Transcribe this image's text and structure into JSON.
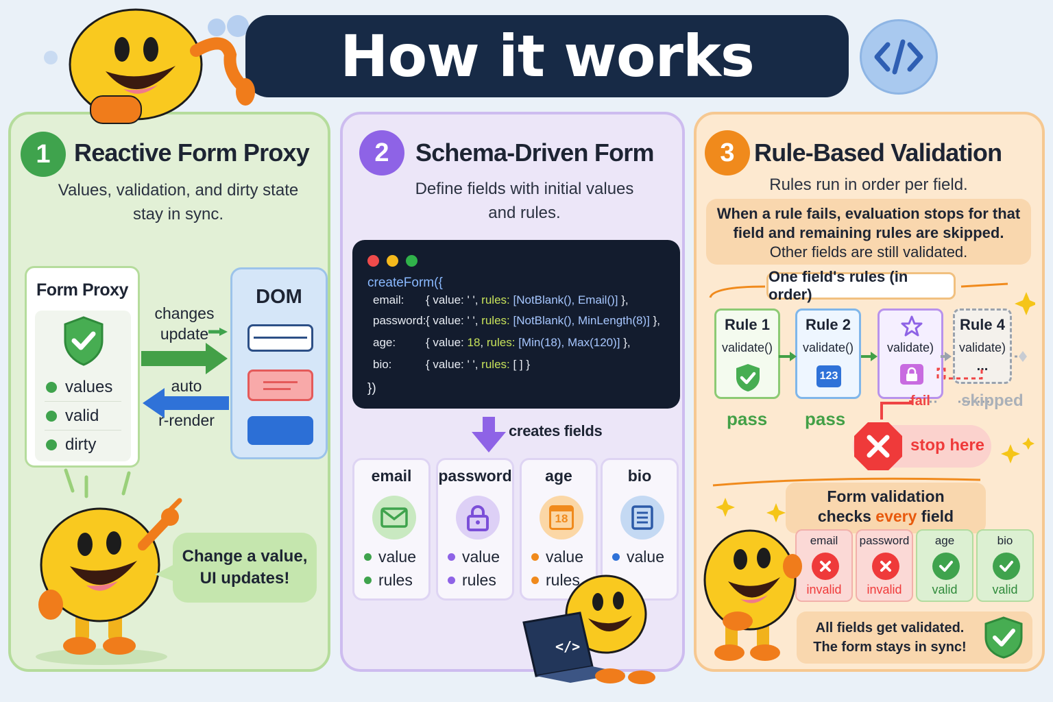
{
  "header": {
    "title": "How it works"
  },
  "badge": {
    "icon": "code-brackets-icon",
    "color": "#2f5fb3"
  },
  "colors": {
    "green": "#3fa34d",
    "purple": "#8e63e6",
    "orange": "#f08a1c",
    "navy": "#172a46",
    "red": "#ef4444"
  },
  "panel1": {
    "number": "1",
    "title": "Reactive Form Proxy",
    "desc_line1": "Values, validation, and dirty state",
    "desc_line2": "stay in sync.",
    "proxy_title": "Form Proxy",
    "states": [
      "values",
      "valid",
      "dirty"
    ],
    "dom_title": "DOM",
    "arrow_top_line1": "changes",
    "arrow_top_line2": "update",
    "arrow_bottom_line1": "auto",
    "arrow_bottom_line2": "r-render",
    "bubble_line1": "Change a value,",
    "bubble_line2": "UI updates!"
  },
  "panel2": {
    "number": "2",
    "title": "Schema-Driven Form",
    "desc_line1": "Define fields with initial values",
    "desc_line2": "and rules.",
    "code": {
      "open": "createForm({",
      "lines": [
        {
          "key": "email:",
          "value_prefix": "{ value: ",
          "value": "' '",
          "rules_kw": "rules:",
          "rules": "[NotBlank(), Email()]",
          "close": "},"
        },
        {
          "key": "password:",
          "value_prefix": "{ value: ",
          "value": "' '",
          "rules_kw": "rules:",
          "rules": "[NotBlank(), MinLength(8)]",
          "close": "},"
        },
        {
          "key": "age:",
          "value_prefix": "{ value: ",
          "value": "18",
          "rules_kw": "rules:",
          "rules": "[Min(18), Max(120)]",
          "close": "},"
        },
        {
          "key": "bio:",
          "value_prefix": "{ value: ",
          "value": "' '",
          "rules_kw": "rules:",
          "rules": "[ ]",
          "close": "}"
        }
      ],
      "close": "})"
    },
    "arrow_label": "creates fields",
    "fields": [
      {
        "name": "email",
        "icon": "envelope-icon",
        "items": [
          "value",
          "rules"
        ]
      },
      {
        "name": "password",
        "icon": "lock-icon",
        "items": [
          "value",
          "rules"
        ]
      },
      {
        "name": "age",
        "icon": "calendar-icon",
        "calendar_day": "18",
        "items": [
          "value",
          "rules"
        ]
      },
      {
        "name": "bio",
        "icon": "document-icon",
        "items": [
          "value"
        ]
      }
    ]
  },
  "panel3": {
    "number": "3",
    "title": "Rule-Based Validation",
    "desc": "Rules run in order per field.",
    "note_line1": "When a rule fails, evaluation stops for that",
    "note_line2": "field and remaining rules are skipped.",
    "note_line3": "Other fields are still validated.",
    "rules_label": "One field's rules (in order)",
    "rules": [
      {
        "title": "Rule 1",
        "fn": "validate()",
        "status": "pass"
      },
      {
        "title": "Rule 2",
        "fn": "validate()",
        "icon_text": "123",
        "status": "pass"
      },
      {
        "title": "",
        "fn": "validate)",
        "status": "fail"
      },
      {
        "title": "Rule 4",
        "fn": "validate)",
        "extra": "...",
        "status": "skipped"
      }
    ],
    "fail_label": "fail",
    "skipped_label": "skipped",
    "stop_label": "stop here",
    "summary_line1": "Form validation",
    "summary_pre": "checks ",
    "summary_hl": "every",
    "summary_post": " field",
    "results": [
      {
        "field": "email",
        "status": "invalid"
      },
      {
        "field": "password",
        "status": "invalid"
      },
      {
        "field": "age",
        "status": "valid"
      },
      {
        "field": "bio",
        "status": "valid"
      }
    ],
    "final_line1": "All fields get validated.",
    "final_line2": "The form stays in sync!"
  }
}
